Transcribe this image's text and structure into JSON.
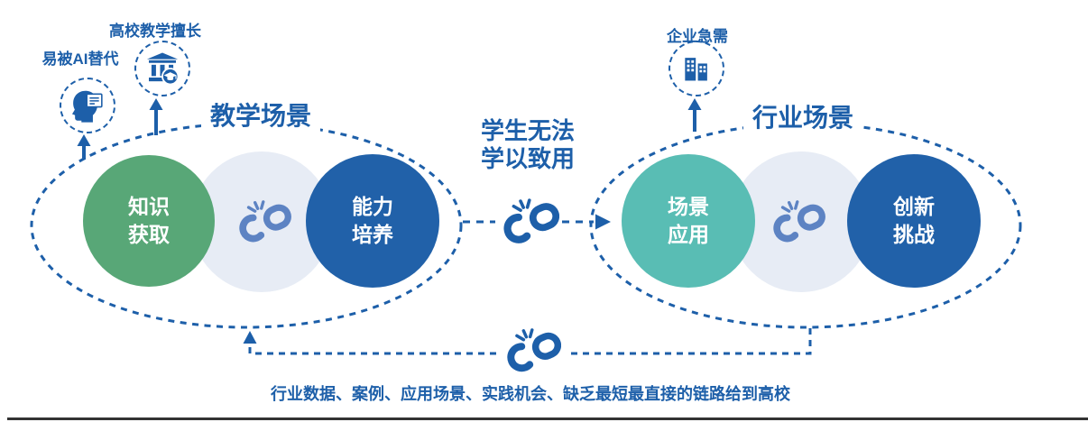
{
  "colors": {
    "primary_blue": "#1d5fa9",
    "green_circle": "#58a777",
    "teal_circle": "#59bdb4",
    "dark_blue_circle": "#2161a9",
    "light_circle": "#e7ecf5",
    "light_link": "#5d83c3",
    "baseline": "#333333",
    "background": "#ffffff"
  },
  "annotations": {
    "ai_replace": {
      "label": "易被AI替代",
      "icon": "head-document-icon"
    },
    "university_strength": {
      "label": "高校教学擅长",
      "icon": "bank-graduation-icon"
    },
    "enterprise_need": {
      "label": "企业急需",
      "icon": "office-buildings-icon"
    }
  },
  "teaching_scene": {
    "title": "教学场景",
    "nodes": [
      {
        "line1": "知识",
        "line2": "获取"
      },
      {
        "line1": "能力",
        "line2": "培养"
      }
    ]
  },
  "industry_scene": {
    "title": "行业场景",
    "nodes": [
      {
        "line1": "场景",
        "line2": "应用"
      },
      {
        "line1": "创新",
        "line2": "挑战"
      }
    ]
  },
  "center_gap": {
    "label": "学生无法\n学以致用",
    "icon": "broken-link-icon"
  },
  "bottom_gap": {
    "label": "行业数据、案例、应用场景、实践机会、缺乏最短最直接的链路给到高校",
    "icon": "broken-link-icon"
  }
}
